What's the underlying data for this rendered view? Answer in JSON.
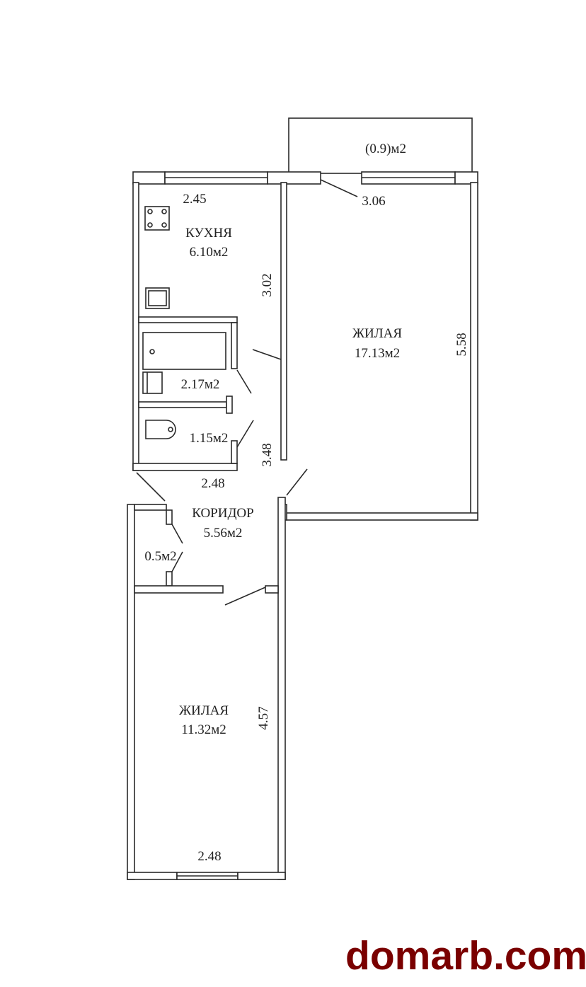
{
  "watermark": {
    "text": "domarb.com",
    "color": "#7a0000"
  },
  "rooms": {
    "balcony": {
      "area": "(0.9)м2"
    },
    "kitchen": {
      "name": "КУХНЯ",
      "area": "6.10м2"
    },
    "living_large": {
      "name": "ЖИЛАЯ",
      "area": "17.13м2"
    },
    "bathroom": {
      "area": "2.17м2"
    },
    "toilet": {
      "area": "1.15м2"
    },
    "corridor": {
      "name": "КОРИДОР",
      "area": "5.56м2"
    },
    "closet": {
      "area": "0.5м2"
    },
    "living_small": {
      "name": "ЖИЛАЯ",
      "area": "11.32м2"
    }
  },
  "dimensions": {
    "kitchen_width": "2.45",
    "kitchen_length": "3.02",
    "living_large_width": "3.06",
    "living_large_length": "5.58",
    "corridor_length": "3.48",
    "bath_width": "2.48",
    "living_small_length": "4.57",
    "living_small_width": "2.48"
  }
}
